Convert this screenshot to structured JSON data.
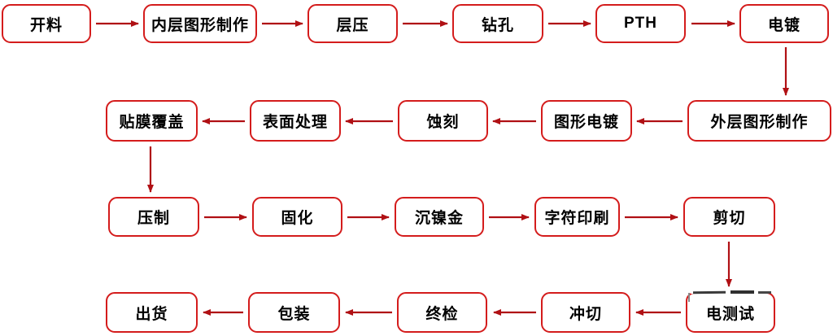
{
  "diagram": {
    "type": "flowchart",
    "subject": "PCB manufacturing process flow",
    "colors": {
      "box_border": "#d41c1c",
      "arrow": "#b01014",
      "text": "#000000",
      "background": "#ffffff"
    }
  },
  "flow": {
    "nodes": [
      {
        "label": "开料"
      },
      {
        "label": "内层图形制作"
      },
      {
        "label": "层压"
      },
      {
        "label": "钻孔"
      },
      {
        "label": "PTH"
      },
      {
        "label": "电镀"
      },
      {
        "label": "外层图形制作"
      },
      {
        "label": "图形电镀"
      },
      {
        "label": "蚀刻"
      },
      {
        "label": "表面处理"
      },
      {
        "label": "贴膜覆盖"
      },
      {
        "label": "压制"
      },
      {
        "label": "固化"
      },
      {
        "label": "沉镍金"
      },
      {
        "label": "字符印刷"
      },
      {
        "label": "剪切"
      },
      {
        "label": "电测试"
      },
      {
        "label": "冲切"
      },
      {
        "label": "终检"
      },
      {
        "label": "包装"
      },
      {
        "label": "出货"
      }
    ],
    "edges": [
      [
        "开料",
        "内层图形制作"
      ],
      [
        "内层图形制作",
        "层压"
      ],
      [
        "层压",
        "钻孔"
      ],
      [
        "钻孔",
        "PTH"
      ],
      [
        "PTH",
        "电镀"
      ],
      [
        "电镀",
        "外层图形制作"
      ],
      [
        "外层图形制作",
        "图形电镀"
      ],
      [
        "图形电镀",
        "蚀刻"
      ],
      [
        "蚀刻",
        "表面处理"
      ],
      [
        "表面处理",
        "贴膜覆盖"
      ],
      [
        "贴膜覆盖",
        "压制"
      ],
      [
        "压制",
        "固化"
      ],
      [
        "固化",
        "沉镍金"
      ],
      [
        "沉镍金",
        "字符印刷"
      ],
      [
        "字符印刷",
        "剪切"
      ],
      [
        "剪切",
        "电测试"
      ],
      [
        "电测试",
        "冲切"
      ],
      [
        "冲切",
        "终检"
      ],
      [
        "终检",
        "包装"
      ],
      [
        "包装",
        "出货"
      ]
    ]
  }
}
